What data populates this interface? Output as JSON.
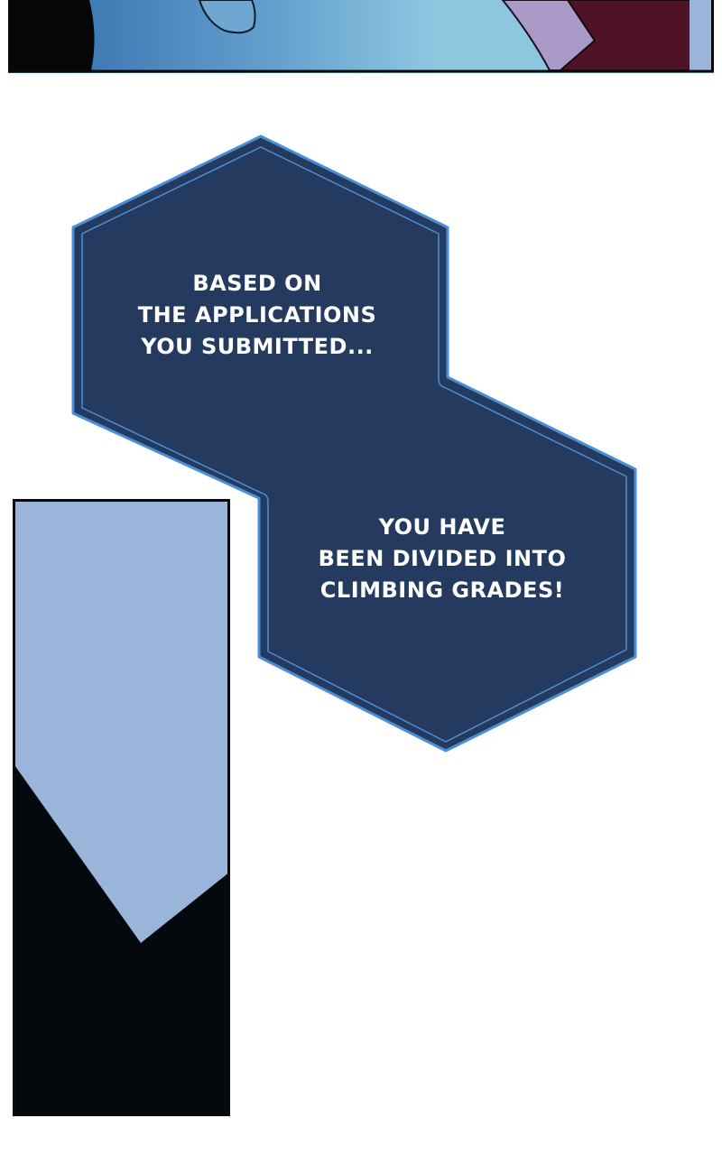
{
  "colors": {
    "page_background": "#ffffff",
    "panel_border": "#0a0a0a",
    "bubble_fill": "#243a5e",
    "bubble_outline": "#4a8fd6",
    "caption_text": "#ffffff",
    "sky_light": "#8cc6df",
    "sky_mid": "#5f9ccc",
    "cloth_lavender": "#a99ac8",
    "cloth_maroon": "#4f1328",
    "side_panel_blue": "#9ab4da",
    "side_panel_dark": "#03090d"
  },
  "panels": [
    {
      "name": "top-panel",
      "description_visible": false
    },
    {
      "name": "side-panel",
      "description_visible": false
    }
  ],
  "dialogue": {
    "bubble_1": {
      "lines": [
        "BASED ON",
        "THE APPLICATIONS",
        "YOU SUBMITTED..."
      ]
    },
    "bubble_2": {
      "lines": [
        "YOU HAVE",
        "BEEN DIVIDED INTO",
        "CLIMBING GRADES!"
      ]
    }
  }
}
